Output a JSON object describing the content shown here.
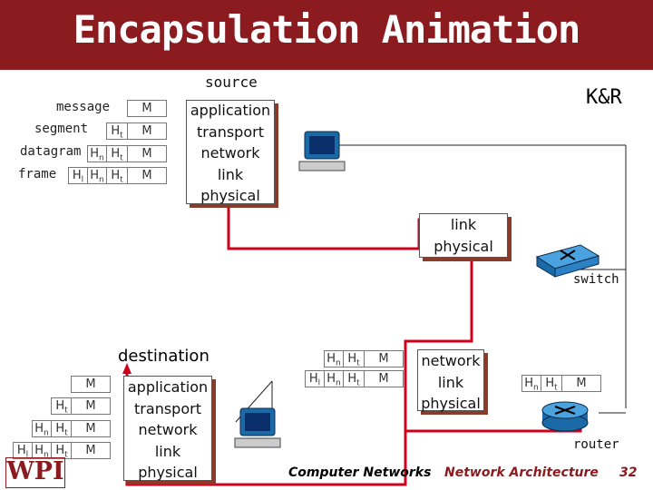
{
  "title": "Encapsulation Animation",
  "brand": "K&R",
  "logo": "WPI",
  "colors": {
    "banner": "#8c1b1f",
    "path": "#d0001c",
    "footer_left": "#000000",
    "footer_right": "#8c1b1f"
  },
  "source": {
    "label": "source",
    "layers": [
      "application",
      "transport",
      "network",
      "link",
      "physical"
    ],
    "headers": {
      "message": {
        "label": "message",
        "cells": [
          "M"
        ]
      },
      "segment": {
        "label": "segment",
        "cells": [
          "Ht",
          "M"
        ]
      },
      "datagram": {
        "label": "datagram",
        "cells": [
          "Hn",
          "Ht",
          "M"
        ]
      },
      "frame": {
        "label": "frame",
        "cells": [
          "Hl",
          "Hn",
          "Ht",
          "M"
        ]
      }
    }
  },
  "switch": {
    "label": "switch",
    "layers": [
      "link",
      "physical"
    ]
  },
  "router": {
    "label": "router",
    "layers": [
      "network",
      "link",
      "physical"
    ],
    "left_packet": {
      "row1": [
        "Hn",
        "Ht",
        "M"
      ],
      "row2": [
        "Hl",
        "Hn",
        "Ht",
        "M"
      ]
    },
    "right_packet": [
      "Hn",
      "Ht",
      "M"
    ]
  },
  "destination": {
    "label": "destination",
    "layers": [
      "application",
      "transport",
      "network",
      "link",
      "physical"
    ],
    "rows": [
      [
        "M"
      ],
      [
        "Ht",
        "M"
      ],
      [
        "Hn",
        "Ht",
        "M"
      ],
      [
        "Hl",
        "Hn",
        "Ht",
        "M"
      ]
    ]
  },
  "footer": {
    "left": "Computer Networks",
    "center": "Network Architecture",
    "page": "32"
  }
}
